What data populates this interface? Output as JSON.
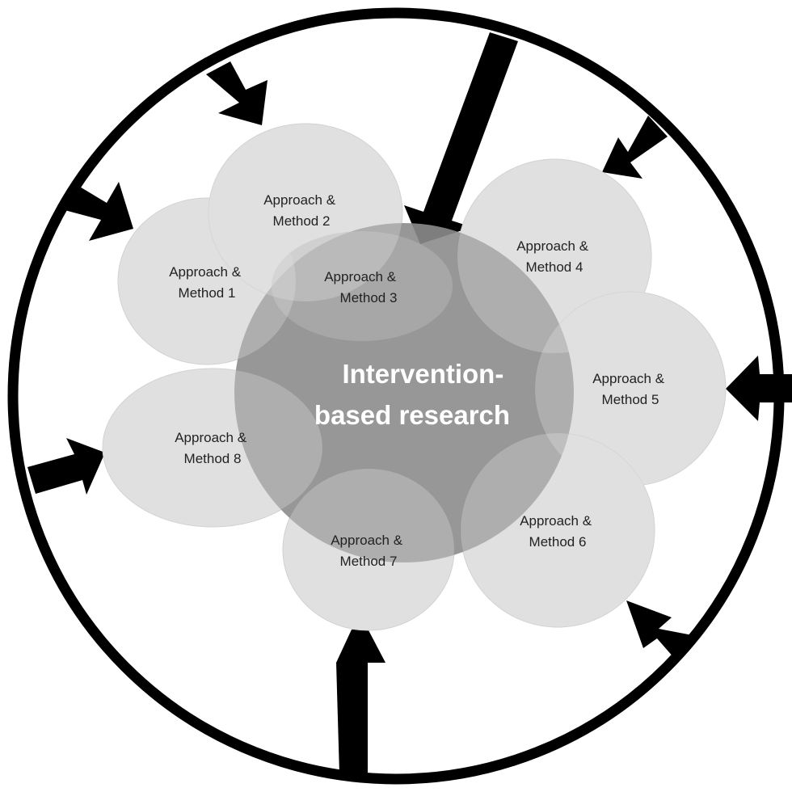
{
  "diagram": {
    "center": {
      "lines": [
        "Intervention-",
        "based research"
      ],
      "fill": "#8c8c8c"
    },
    "bubble_fill": "#e0e0e0",
    "bubble_stroke": "#cfcfcf",
    "ring_color": "#000000",
    "arrow_color": "#000000",
    "approaches": [
      {
        "id": 1,
        "lines": [
          "Approach &",
          "Method 1"
        ]
      },
      {
        "id": 2,
        "lines": [
          "Approach &",
          "Method 2"
        ]
      },
      {
        "id": 3,
        "lines": [
          "Approach &",
          "Method 3"
        ]
      },
      {
        "id": 4,
        "lines": [
          "Approach &",
          "Method 4"
        ]
      },
      {
        "id": 5,
        "lines": [
          "Approach &",
          "Method 5"
        ]
      },
      {
        "id": 6,
        "lines": [
          "Approach &",
          "Method 6"
        ]
      },
      {
        "id": 7,
        "lines": [
          "Approach &",
          "Method 7"
        ]
      },
      {
        "id": 8,
        "lines": [
          "Approach &",
          "Method 8"
        ]
      }
    ]
  }
}
